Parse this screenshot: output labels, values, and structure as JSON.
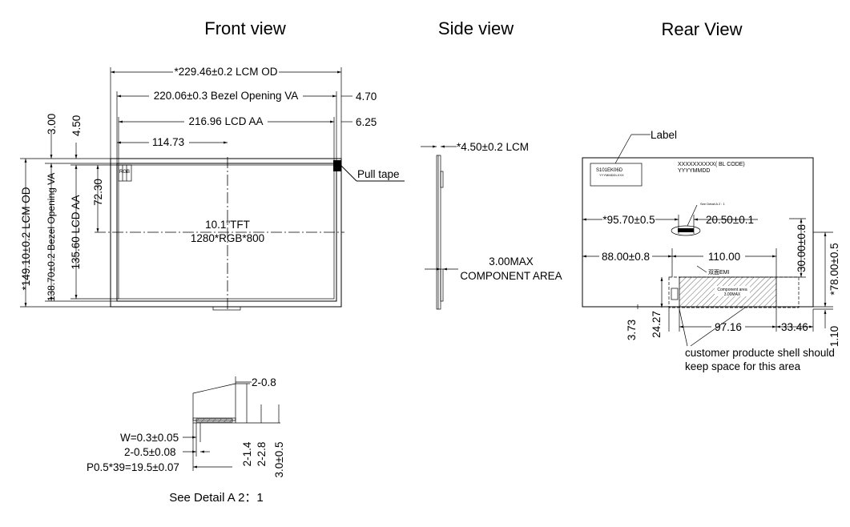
{
  "titles": {
    "front": "Front view",
    "side": "Side  view",
    "rear": "Rear View"
  },
  "front": {
    "lcm_od_width": "*229.46±0.2 LCM OD",
    "bezel_va_width": "220.06±0.3 Bezel Opening VA",
    "offset_470": "4.70",
    "lcd_aa_width": "216.96 LCD AA",
    "offset_625": "6.25",
    "center_x": "114.73",
    "center_y": "72.30",
    "top_300": "3.00",
    "top_450": "4.50",
    "lcm_od_height": "*149.10±0.2 LCM OD",
    "bezel_va_height": "138.70±0.2 Bezel Opening VA",
    "lcd_aa_height": "135.60 LCD AA",
    "pull_tape": "Pull  tape",
    "panel_line1": "10.1\"TFT",
    "panel_line2": "1280*RGB*800",
    "rgb": "RGB"
  },
  "side": {
    "thickness": "*4.50±0.2 LCM",
    "component_line1": "3.00MAX",
    "component_line2": "COMPONENT AREA"
  },
  "rear": {
    "label": "Label",
    "label_code1": "S101EK06D",
    "label_code2": "YYYMMDDLXXX",
    "bl_code1": "XXXXXXXXXX( BL CODE)",
    "bl_code2": "YYYYMMDD",
    "see_detail": "See Detail A 2 : 1",
    "d_9570": "*95.70±0.5",
    "d_2050": "20.50±0.1",
    "d_8800": "88.00±0.8",
    "d_11000": "110.00",
    "d_3000": "30.00±0.8",
    "d_7800": "*78.00±0.5",
    "emi": "双面EMI",
    "comp_line1": "Component area",
    "comp_line2": "3.00MAX",
    "d_373": "3.73",
    "d_2427": "24.27",
    "d_9716": "97.16",
    "d_3346": "33.46",
    "d_110": "1.10",
    "note_line1": "customer producte shell should",
    "note_line2": "keep space for this area"
  },
  "detail": {
    "d_208": "2-0.8",
    "w": "W=0.3±0.05",
    "d_205": "2-0.5±0.08",
    "pitch": "P0.5*39=19.5±0.07",
    "d_214": "2-1.4",
    "d_228": "2-2.8",
    "d_305": "3.0±0.5",
    "caption": "See Detail A 2：1"
  }
}
